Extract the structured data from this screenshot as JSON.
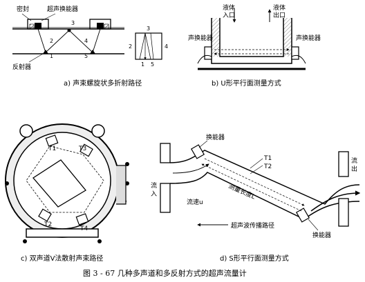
{
  "panel_a": {
    "label_seal": "密封",
    "label_transducer": "超声换能器",
    "label_reflector": "反射器",
    "path_numbers": [
      "1",
      "2",
      "3",
      "4",
      "5"
    ],
    "caption": "a)  声束螺旋状多折射路径"
  },
  "panel_b": {
    "label_inlet": "液体\n入口",
    "label_outlet": "液体\n出口",
    "label_left_transducer": "声换能器",
    "label_right_transducer": "声换能器",
    "caption": "b)  U形平行面测量方式"
  },
  "panel_c": {
    "transducers": [
      "T1",
      "T3",
      "T2",
      "T4"
    ],
    "caption": "c)  双声道V法散射声束路径"
  },
  "panel_d": {
    "label_transducer_top": "换能器",
    "label_transducer_bottom": "换能器",
    "label_t1": "T1",
    "label_t2": "T2",
    "label_length": "测量长度L",
    "label_velocity": "流速u",
    "label_in": "流\n入",
    "label_out": "流\n出",
    "label_propagation": "超声波传播路径",
    "caption": "d)  S形平行面测量方式"
  },
  "figure_caption": "图 3 - 67    几种多声道和多反射方式的超声流量计"
}
